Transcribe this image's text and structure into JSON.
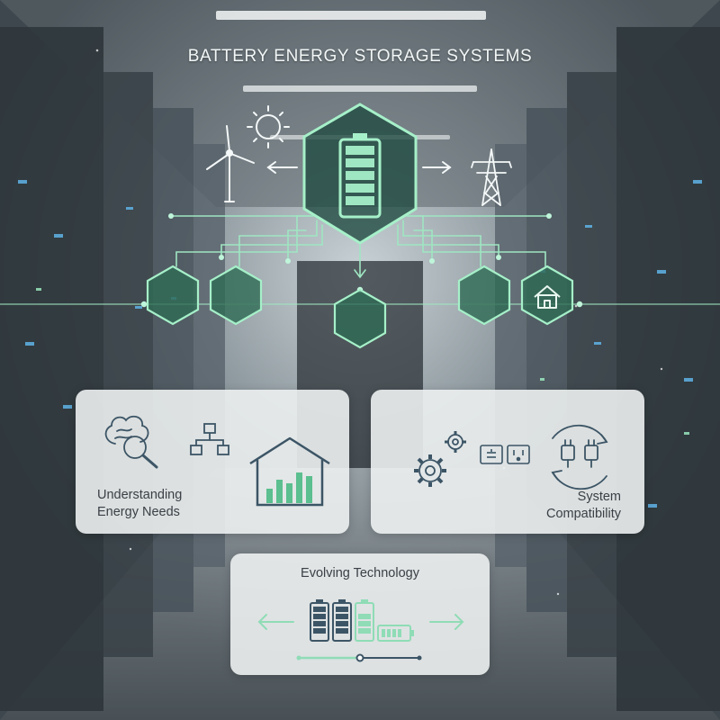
{
  "title": "BATTERY ENERGY STORAGE SYSTEMS",
  "cards": {
    "energy_needs": {
      "line1": "Understanding",
      "line2": "Energy Needs"
    },
    "compatibility": {
      "line1": "System",
      "line2": "Compatibility"
    },
    "technology": {
      "label": "Evolving Technology"
    }
  },
  "colors": {
    "accent": "#8fdcb6",
    "accent_dark": "#5bbf8f",
    "hex_fill": "#2f6b55",
    "icon_dark": "#3c5566",
    "card_bg": "#ecf0f0"
  }
}
